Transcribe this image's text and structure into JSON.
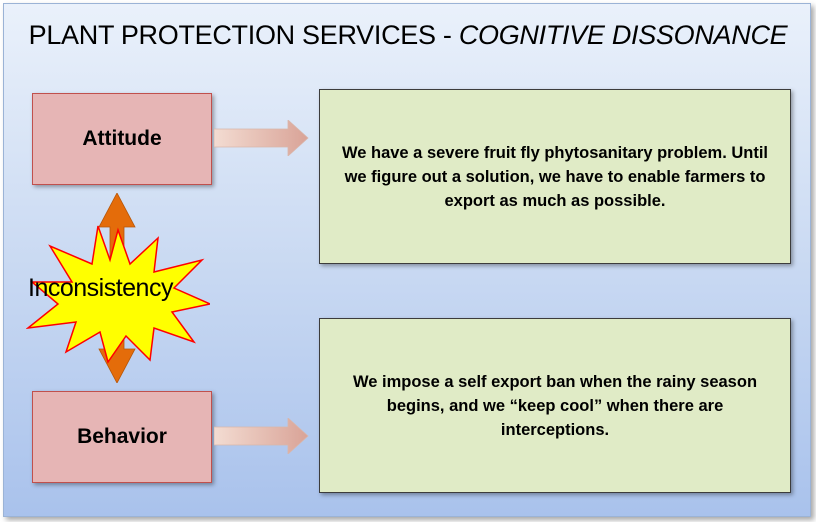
{
  "title": {
    "main": "PLANT PROTECTION SERVICES - ",
    "emphasis": "COGNITIVE DISSONANCE"
  },
  "nodes": {
    "attitude": "Attitude",
    "behavior": "Behavior",
    "inconsistency": "Inconsistency"
  },
  "statements": {
    "attitude": "We have a severe fruit fly phytosanitary  problem. Until we figure out a solution,  we have to enable farmers to export as much as possible.",
    "behavior": "We impose a self export ban when the rainy season begins, and we “keep cool” when there are interceptions."
  },
  "colors": {
    "pink_fill": "#e6b5b5",
    "pink_border": "#c0504d",
    "green_fill": "#e0ebc6",
    "orange_arrow": "#e46c0a",
    "star_fill": "#ffff00",
    "star_border": "#ff0000"
  },
  "icons": {
    "connector": "right-arrow-icon",
    "double_arrow": "up-down-arrow-icon",
    "burst": "explosion-star-icon"
  }
}
